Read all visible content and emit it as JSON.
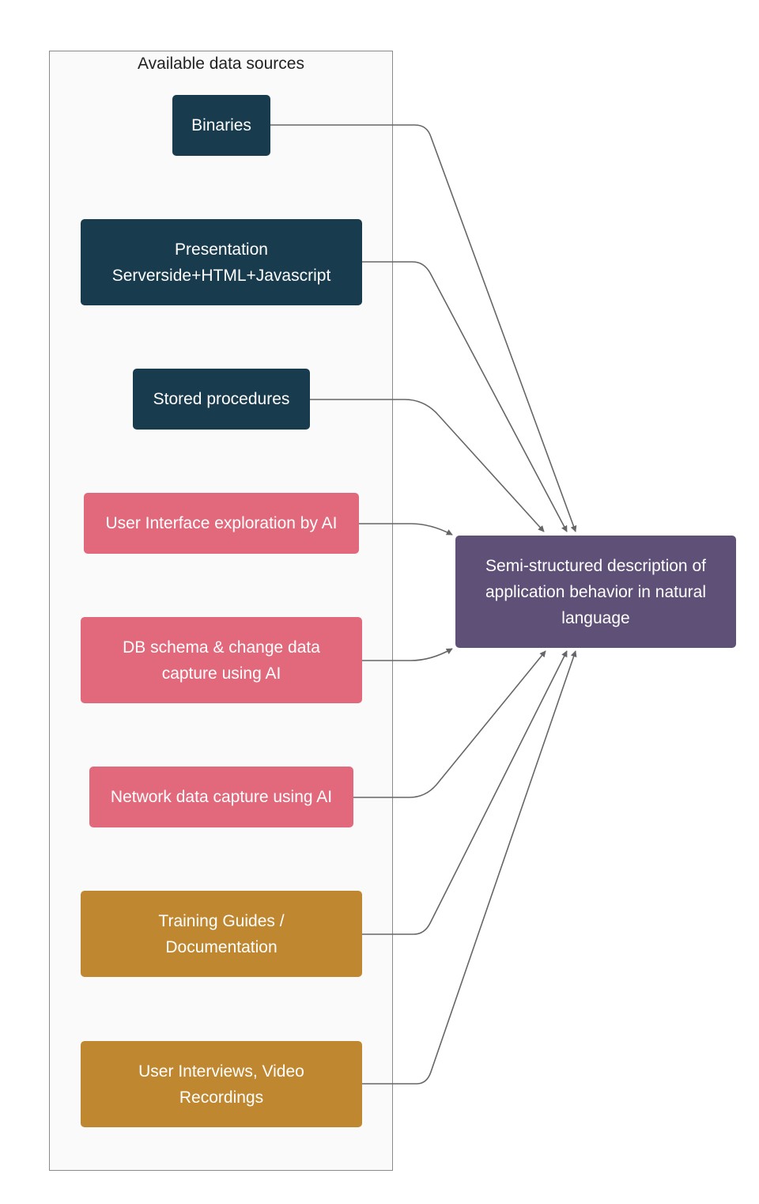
{
  "group": {
    "title": "Available data sources"
  },
  "colors": {
    "code_source": "#193b4e",
    "ai_capture": "#e2697c",
    "human_material": "#c08731",
    "target": "#5f5078",
    "edge": "#666666"
  },
  "nodes": {
    "binaries": {
      "label": "Binaries"
    },
    "presentation": {
      "label": "Presentation\nServerside+HTML+Javascript"
    },
    "stored_procedures": {
      "label": "Stored procedures"
    },
    "ui_exploration": {
      "label": "User Interface exploration by AI"
    },
    "db_schema": {
      "label": "DB schema & change data capture using AI"
    },
    "network_capture": {
      "label": "Network data capture using AI"
    },
    "training_guides": {
      "label": "Training Guides / Documentation"
    },
    "user_interviews": {
      "label": "User Interviews, Video Recordings"
    },
    "target": {
      "label": "Semi-structured description of application behavior in natural language"
    }
  },
  "edges": [
    {
      "from": "binaries",
      "to": "target"
    },
    {
      "from": "presentation",
      "to": "target"
    },
    {
      "from": "stored_procedures",
      "to": "target"
    },
    {
      "from": "ui_exploration",
      "to": "target"
    },
    {
      "from": "db_schema",
      "to": "target"
    },
    {
      "from": "network_capture",
      "to": "target"
    },
    {
      "from": "training_guides",
      "to": "target"
    },
    {
      "from": "user_interviews",
      "to": "target"
    }
  ]
}
